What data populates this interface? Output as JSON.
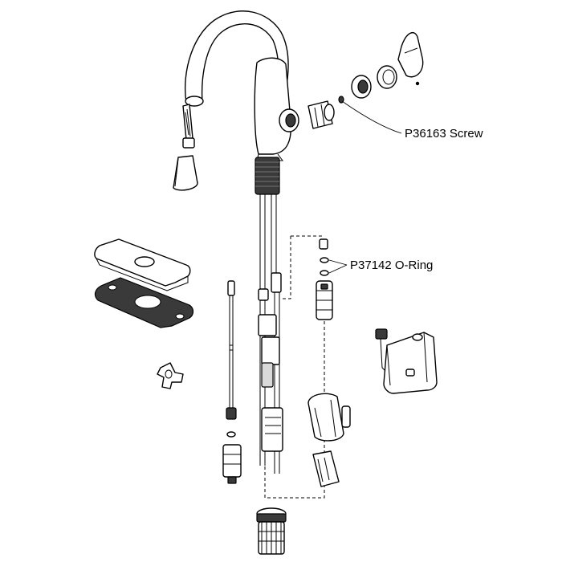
{
  "diagram": {
    "callouts": [
      {
        "part": "P36163",
        "name": "Screw",
        "label": "P36163 Screw"
      },
      {
        "part": "P37142",
        "name": "O-Ring",
        "label": "P37142 O-Ring"
      }
    ]
  }
}
